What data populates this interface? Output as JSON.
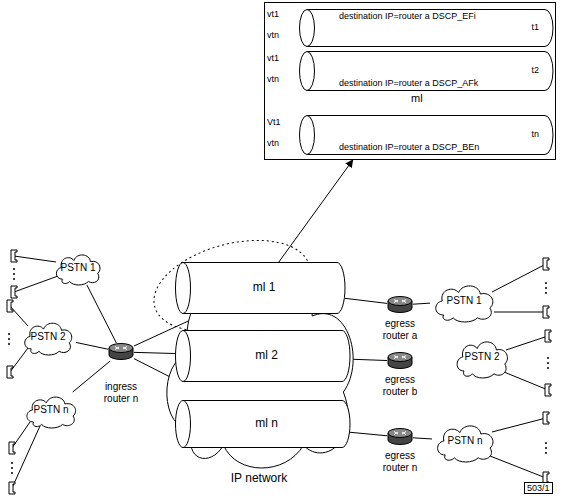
{
  "diagram": {
    "nodes": [
      {
        "text": [
          "ml"
        ]
      },
      {
        "text": [
          "destination IP=router a DSCP_EFi",
          "t1"
        ],
        "in": 0
      },
      {
        "text": [
          "destination IP=router a DSCP_AFk",
          "t2"
        ],
        "in": 0
      },
      {
        "text": [
          "destination IP=router a DSCP_BEn",
          "tn"
        ],
        "in": 0
      },
      {
        "text": [
          "PSTN 1"
        ]
      },
      {
        "text": [
          "PSTN 2"
        ]
      },
      {
        "text": [
          "PSTN n"
        ]
      },
      {
        "text": [
          "ingress router n"
        ]
      },
      {
        "text": [
          "IP network"
        ]
      },
      {
        "text": [
          "ml 1"
        ],
        "in": 8
      },
      {
        "text": [
          "ml 2"
        ],
        "in": 8
      },
      {
        "text": [
          "ml n"
        ],
        "in": 8
      },
      {
        "text": [
          "egress router a"
        ]
      },
      {
        "text": [
          "egress router b"
        ]
      },
      {
        "text": [
          "egress router n"
        ]
      },
      {
        "text": [
          "PSTN 1"
        ]
      },
      {
        "text": [
          "PSTN 2"
        ]
      },
      {
        "text": [
          "PSTN n"
        ]
      }
    ],
    "edges": [
      {
        "from": 4,
        "to": 7,
        "arrow": "none"
      },
      {
        "from": 5,
        "to": 7,
        "arrow": "none"
      },
      {
        "from": 6,
        "to": 7,
        "arrow": "none"
      },
      {
        "from": 7,
        "to": 9,
        "arrow": "none"
      },
      {
        "from": 7,
        "to": 10,
        "arrow": "none"
      },
      {
        "from": 7,
        "to": 11,
        "arrow": "none"
      },
      {
        "from": 9,
        "to": 12,
        "arrow": "none"
      },
      {
        "from": 10,
        "to": 13,
        "arrow": "none"
      },
      {
        "from": 11,
        "to": 14,
        "arrow": "none"
      },
      {
        "from": 12,
        "to": 15,
        "arrow": "none"
      },
      {
        "from": 14,
        "to": 17,
        "arrow": "none"
      },
      {
        "from": 9,
        "to": 0,
        "arrow": "to"
      }
    ],
    "labels": [
      "vt1",
      "vtn",
      "vt1",
      "vtn",
      "Vt1",
      "vtn",
      "503/1"
    ]
  }
}
